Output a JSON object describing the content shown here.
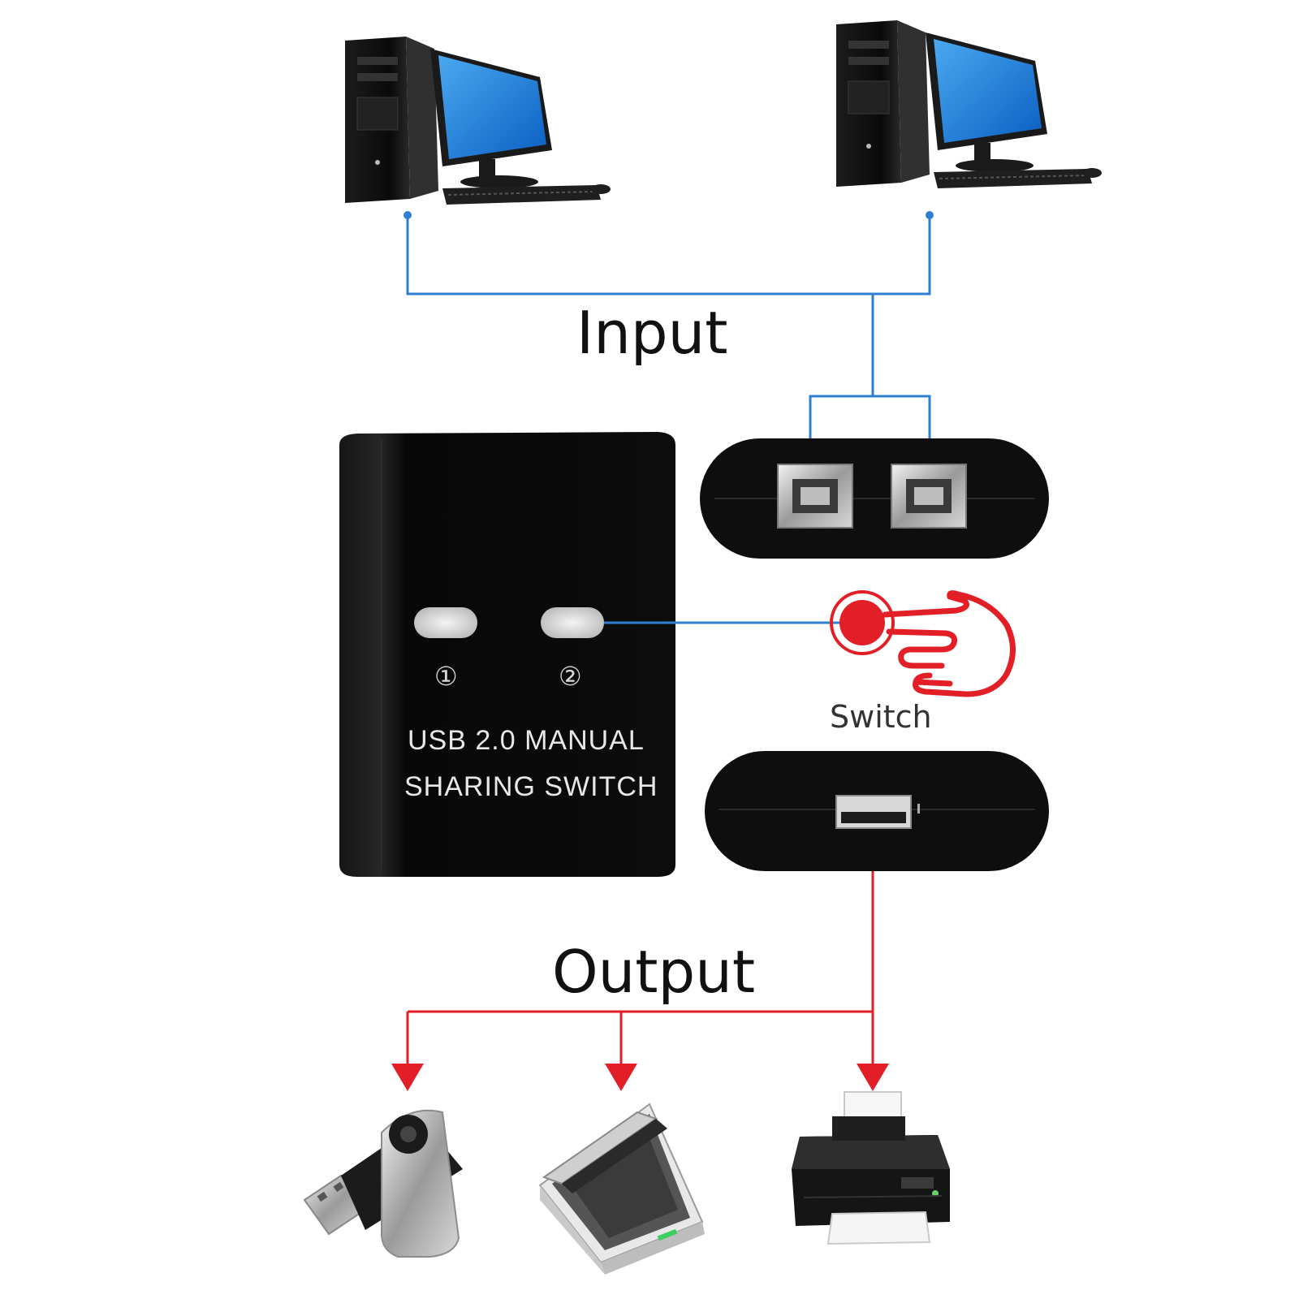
{
  "labels": {
    "input": "Input",
    "output": "Output",
    "switch": "Switch"
  },
  "device": {
    "line1": "USB 2.0 MANUAL",
    "line2": "SHARING SWITCH",
    "button1": "①",
    "button2": "②"
  },
  "icons": {
    "computers": [
      "desktop-computer-icon",
      "desktop-computer-icon"
    ],
    "outputs": [
      "usb-flash-drive-icon",
      "flatbed-scanner-icon",
      "inkjet-printer-icon"
    ],
    "hand": "pressing-hand-icon"
  },
  "colors": {
    "input_line": "#2f7fd0",
    "output_line": "#e21f26",
    "device_body": "#0c0c0c",
    "hand": "#e21f26"
  }
}
